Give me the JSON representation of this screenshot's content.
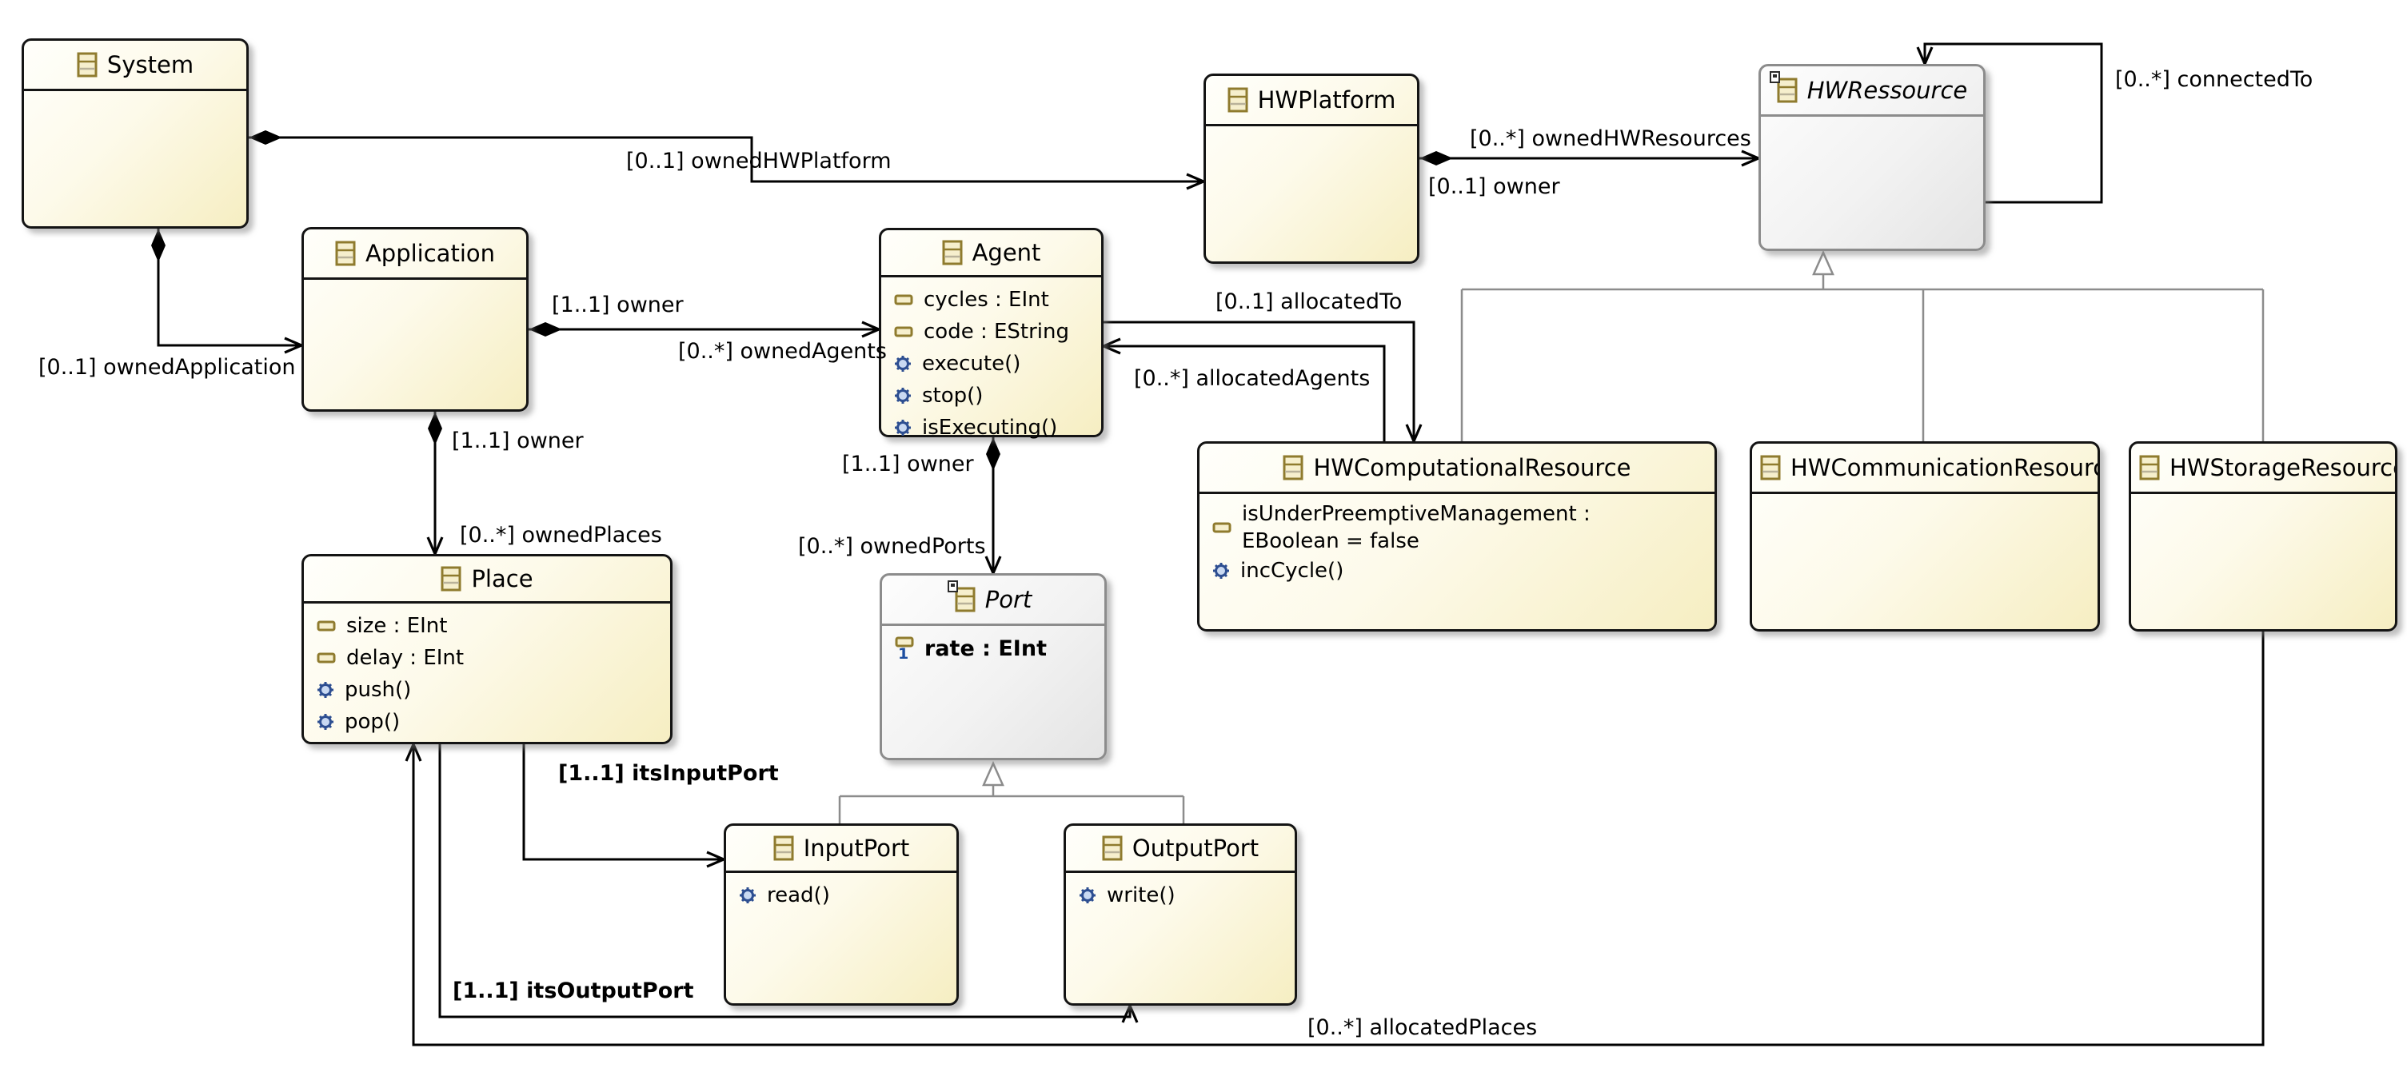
{
  "diagram": {
    "type": "ecore-class-diagram",
    "colors": {
      "class_fill": "#f6eec2",
      "abstract_fill": "#e4e4e4",
      "class_border": "#141414",
      "abstract_border": "#8c8c8c",
      "edge_color": "#000000",
      "generalization_color": "#8c8c8c",
      "icon_gold": "#8f7b2e",
      "icon_gold_fill": "#f6efcd",
      "icon_blue": "#2d4e91",
      "icon_blue_fill": "#c9d9f2"
    },
    "classes": {
      "system": {
        "name": "System",
        "abstract": false
      },
      "application": {
        "name": "Application",
        "abstract": false
      },
      "agent": {
        "name": "Agent",
        "abstract": false,
        "attributes": [
          "cycles : EInt",
          "code : EString"
        ],
        "operations": [
          "execute()",
          "stop()",
          "isExecuting()"
        ]
      },
      "hwplatform": {
        "name": "HWPlatform",
        "abstract": false
      },
      "hwressource": {
        "name": "HWRessource",
        "abstract": true
      },
      "hwcomputationalresource": {
        "name": "HWComputationalResource",
        "abstract": false,
        "attributes": [
          "isUnderPreemptiveManagement : EBoolean = false"
        ],
        "operations": [
          "incCycle()"
        ]
      },
      "hwcommunicationresource": {
        "name": "HWCommunicationResource",
        "abstract": false
      },
      "hwstorageresource": {
        "name": "HWStorageResource",
        "abstract": false
      },
      "place": {
        "name": "Place",
        "abstract": false,
        "attributes": [
          "size : EInt",
          "delay : EInt"
        ],
        "operations": [
          "push()",
          "pop()"
        ]
      },
      "port": {
        "name": "Port",
        "abstract": true,
        "attributes": [
          "rate : EInt"
        ]
      },
      "inputport": {
        "name": "InputPort",
        "abstract": false,
        "operations": [
          "read()"
        ]
      },
      "outputport": {
        "name": "OutputPort",
        "abstract": false,
        "operations": [
          "write()"
        ]
      }
    },
    "edge_labels": {
      "ownedHWPlatform": "[0..1] ownedHWPlatform",
      "ownedApplication": "[0..1] ownedApplication",
      "owner_app_agent": "[1..1] owner",
      "ownedAgents": "[0..*] ownedAgents",
      "ownedHWResources": "[0..*] ownedHWResources",
      "owner_platform": "[0..1] owner",
      "connectedTo": "[0..*] connectedTo",
      "allocatedTo": "[0..1] allocatedTo",
      "allocatedAgents": "[0..*] allocatedAgents",
      "owner_app_place": "[1..1] owner",
      "ownedPlaces": "[0..*] ownedPlaces",
      "owner_agent_port": "[1..1] owner",
      "ownedPorts": "[0..*] ownedPorts",
      "itsInputPort": "[1..1] itsInputPort",
      "itsOutputPort": "[1..1] itsOutputPort",
      "allocatedPlaces": "[0..*] allocatedPlaces"
    }
  }
}
